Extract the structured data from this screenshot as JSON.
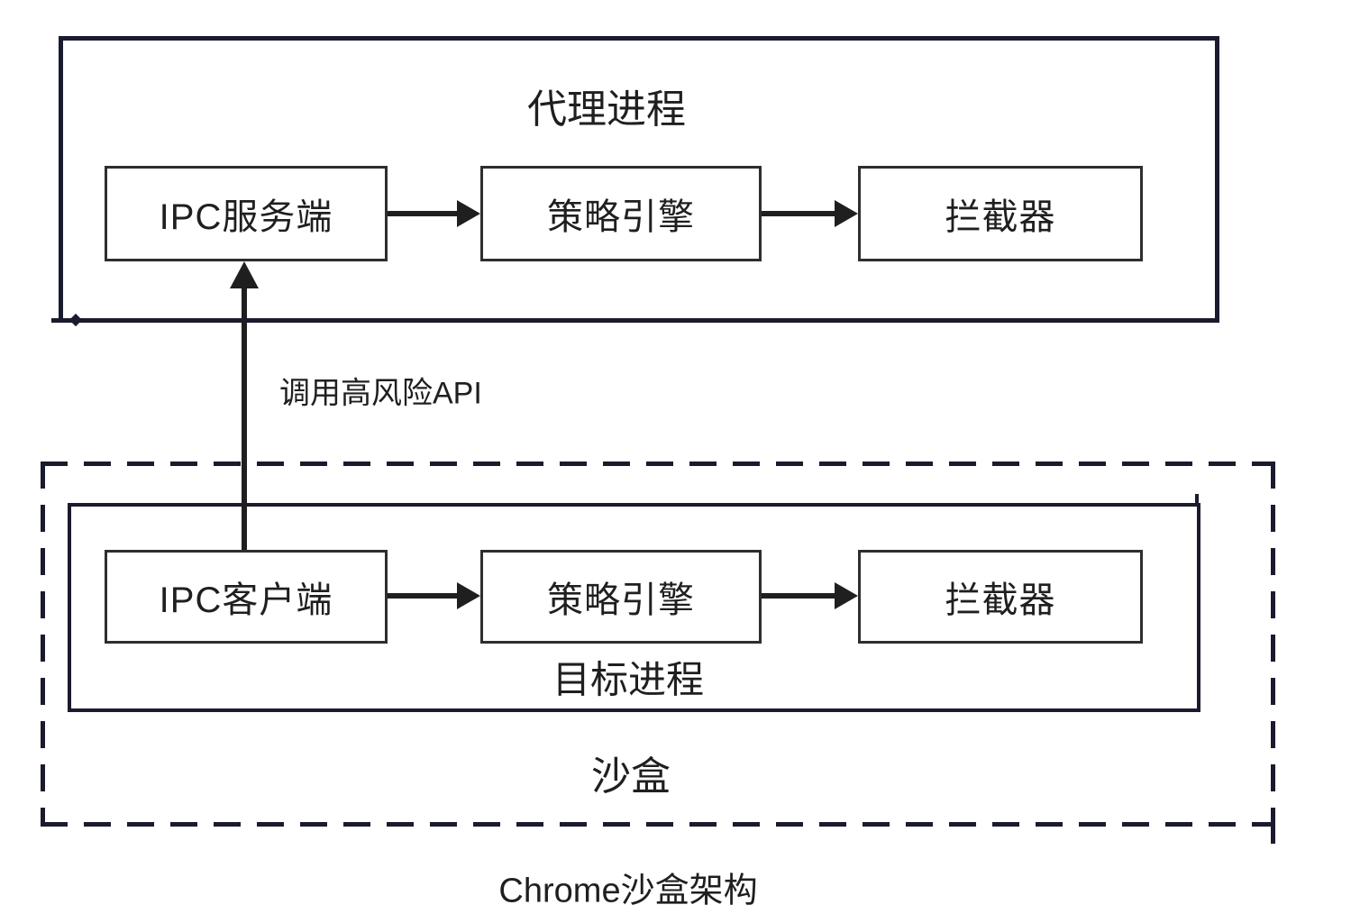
{
  "agent_process": {
    "title": "代理进程",
    "nodes": [
      "IPC服务端",
      "策略引擎",
      "拦截器"
    ]
  },
  "sandbox": {
    "title": "沙盒",
    "target_process": {
      "title": "目标进程",
      "nodes": [
        "IPC客户端",
        "策略引擎",
        "拦截器"
      ]
    }
  },
  "ipc_arrow_label": "调用高风险API",
  "caption": "Chrome沙盒架构",
  "colors": {
    "outline": "#1b1b2f",
    "node_border": "#2e2e2e",
    "arrow": "#1f1f1f",
    "text": "#1f1f1f",
    "background": "#ffffff"
  }
}
